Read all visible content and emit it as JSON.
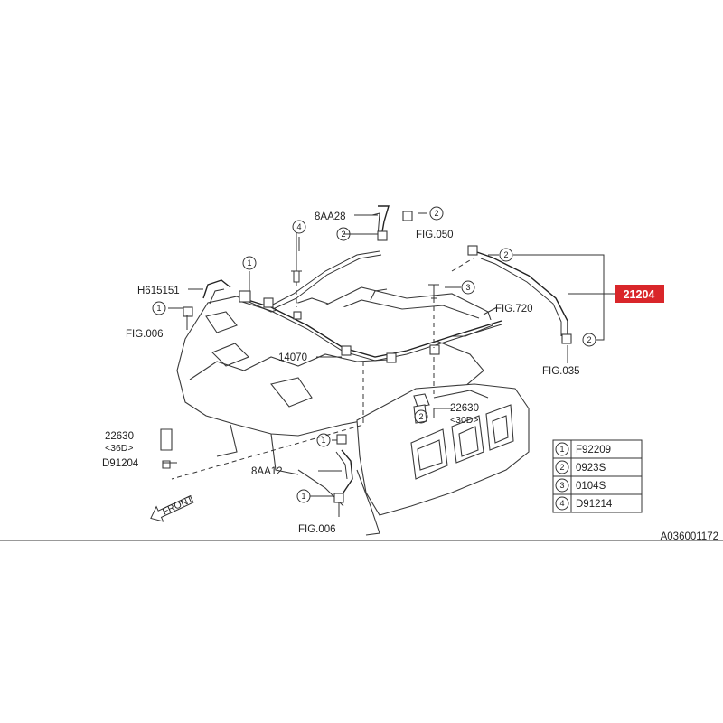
{
  "diagram": {
    "highlighted_part": "21204",
    "highlight_color": "#d9262a",
    "figure_code": "A036001172",
    "front_label": "FRONT",
    "labels": {
      "p8AA28": "8AA28",
      "fig050": "FIG.050",
      "h615151": "H615151",
      "fig006_left": "FIG.006",
      "fig720": "FIG.720",
      "fig035": "FIG.035",
      "p14070": "14070",
      "p22630_30d": "22630",
      "p22630_30d_sub": "<30D>",
      "p22630_36d": "22630",
      "p22630_36d_sub": "<36D>",
      "d91204": "D91204",
      "p8AA12": "8AA12",
      "fig006_bottom": "FIG.006"
    },
    "callouts": {
      "c1": "1",
      "c2": "2",
      "c3": "3",
      "c4": "4"
    },
    "legend": [
      {
        "num": "1",
        "part": "F92209"
      },
      {
        "num": "2",
        "part": "0923S"
      },
      {
        "num": "3",
        "part": "0104S"
      },
      {
        "num": "4",
        "part": "D91214"
      }
    ]
  }
}
